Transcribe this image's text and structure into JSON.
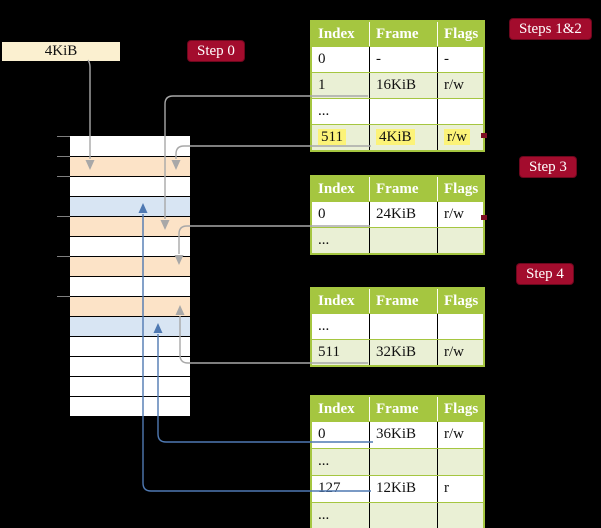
{
  "frame_box": {
    "label": "4KiB"
  },
  "step_labels": {
    "step0": "Step 0",
    "steps12": "Steps 1&2",
    "step3": "Step 3",
    "step4": "Step 4"
  },
  "page_tables": [
    {
      "id": "t1",
      "step": "Steps 1&2",
      "headers": [
        "Index",
        "Frame",
        "Flags"
      ],
      "rows": [
        {
          "cells": [
            "0",
            "-",
            "-"
          ],
          "shade": "white",
          "highlight": false
        },
        {
          "cells": [
            "1",
            "16KiB",
            "r/w"
          ],
          "shade": "green",
          "highlight": false
        },
        {
          "cells": [
            "...",
            "",
            ""
          ],
          "shade": "white",
          "highlight": false
        },
        {
          "cells": [
            "511",
            "4KiB",
            "r/w"
          ],
          "shade": "green",
          "highlight": true
        }
      ]
    },
    {
      "id": "t2",
      "step": "Step 3",
      "headers": [
        "Index",
        "Frame",
        "Flags"
      ],
      "rows": [
        {
          "cells": [
            "0",
            "24KiB",
            "r/w"
          ],
          "shade": "white",
          "highlight": false
        },
        {
          "cells": [
            "...",
            "",
            ""
          ],
          "shade": "green",
          "highlight": false
        }
      ]
    },
    {
      "id": "t3",
      "step": "Step 4",
      "headers": [
        "Index",
        "Frame",
        "Flags"
      ],
      "rows": [
        {
          "cells": [
            "...",
            "",
            ""
          ],
          "shade": "white",
          "highlight": false
        },
        {
          "cells": [
            "511",
            "32KiB",
            "r/w"
          ],
          "shade": "green",
          "highlight": false
        }
      ]
    },
    {
      "id": "t4",
      "step": "",
      "headers": [
        "Index",
        "Frame",
        "Flags"
      ],
      "rows": [
        {
          "cells": [
            "0",
            "36KiB",
            "r/w"
          ],
          "shade": "white",
          "highlight": false
        },
        {
          "cells": [
            "...",
            "",
            ""
          ],
          "shade": "green",
          "highlight": false
        },
        {
          "cells": [
            "127",
            "12KiB",
            "r"
          ],
          "shade": "white",
          "highlight": false
        },
        {
          "cells": [
            "...",
            "",
            ""
          ],
          "shade": "green",
          "highlight": false
        }
      ]
    }
  ],
  "memory": {
    "rows": [
      {
        "color": "white"
      },
      {
        "color": "peach"
      },
      {
        "color": "white"
      },
      {
        "color": "blue"
      },
      {
        "color": "peach"
      },
      {
        "color": "white"
      },
      {
        "color": "peach"
      },
      {
        "color": "white"
      },
      {
        "color": "peach"
      },
      {
        "color": "blue"
      },
      {
        "color": "white"
      },
      {
        "color": "white"
      },
      {
        "color": "white"
      },
      {
        "color": "white"
      }
    ]
  },
  "colors": {
    "crimson": "#a30c2d",
    "green": "#a5c640",
    "rowgreen": "#eaf0d5",
    "peach": "#fce3c7",
    "pageblue": "#d8e5f3",
    "cream": "#fbf0d0",
    "highlight": "#fcf378",
    "grayline": "#a8a8a8",
    "blueline": "#4f79b2"
  }
}
